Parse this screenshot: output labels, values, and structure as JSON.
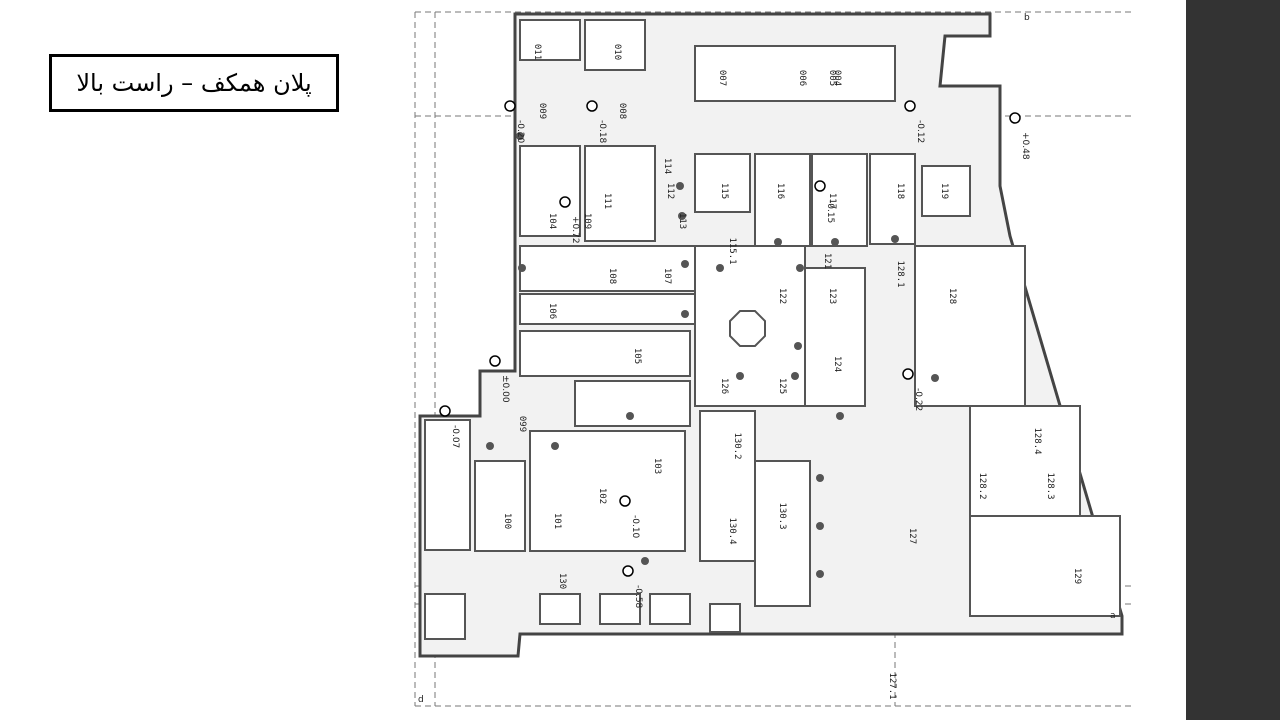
{
  "slide": {
    "title": "پلان همکف – راست بالا",
    "side_panel_color": "#333333"
  },
  "plan": {
    "section_markers": [
      "b",
      "d",
      "a"
    ],
    "level_markers": [
      "-0.20",
      "-0.18",
      "-0.12",
      "+0.48",
      "+0.72",
      "-0.15",
      "±0.00",
      "-0.07",
      "-0.22",
      "-0.10",
      "-0.58"
    ],
    "room_labels": [
      "004",
      "005",
      "006",
      "007",
      "008",
      "009",
      "010",
      "011",
      "099",
      "100",
      "101",
      "102",
      "103",
      "104",
      "105",
      "106",
      "107",
      "108",
      "109",
      "111",
      "112",
      "113",
      "114",
      "115",
      "115.1",
      "116",
      "117",
      "118",
      "119",
      "121",
      "122",
      "123",
      "124",
      "125",
      "126",
      "127",
      "127.1",
      "128",
      "128.1",
      "128.2",
      "128.3",
      "128.4",
      "129",
      "130",
      "130.2",
      "130.3",
      "130.4"
    ]
  }
}
